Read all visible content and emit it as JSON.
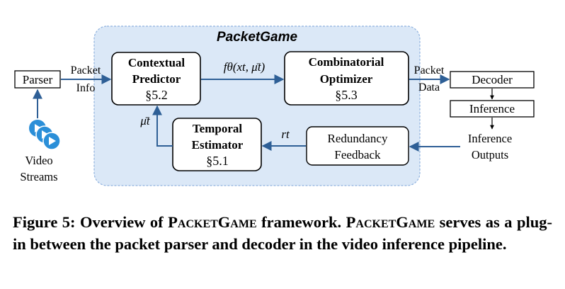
{
  "diagram": {
    "group_title": "PacketGame",
    "parser": "Parser",
    "packet_info": [
      "Packet",
      "Info"
    ],
    "contextual_predictor": [
      "Contextual",
      "Predictor",
      "§5.2"
    ],
    "predictor_output": "fθ(xt, μ̄t)",
    "combinatorial_optimizer": [
      "Combinatorial",
      "Optimizer",
      "§5.3"
    ],
    "packet_data": [
      "Packet",
      "Data"
    ],
    "decoder": "Decoder",
    "inference": "Inference",
    "inference_outputs": [
      "Inference",
      "Outputs"
    ],
    "redundancy_feedback": [
      "Redundancy",
      "Feedback"
    ],
    "feedback_signal": "rt",
    "temporal_estimator": [
      "Temporal",
      "Estimator",
      "§5.1"
    ],
    "estimator_output": "μ̄t",
    "video_streams": [
      "Video",
      "Streams"
    ],
    "colors": {
      "group_fill": "#dbe8f7",
      "group_border": "#8fb2de",
      "arrow": "#2e5f96",
      "icon": "#2b8fd8"
    }
  },
  "caption": {
    "prefix": "Figure 5: Overview of ",
    "name1": "PacketGame",
    "middle": " framework. ",
    "name2": "PacketGame",
    "suffix": " serves as a plug-in between the packet parser and decoder in the video inference pipeline."
  }
}
